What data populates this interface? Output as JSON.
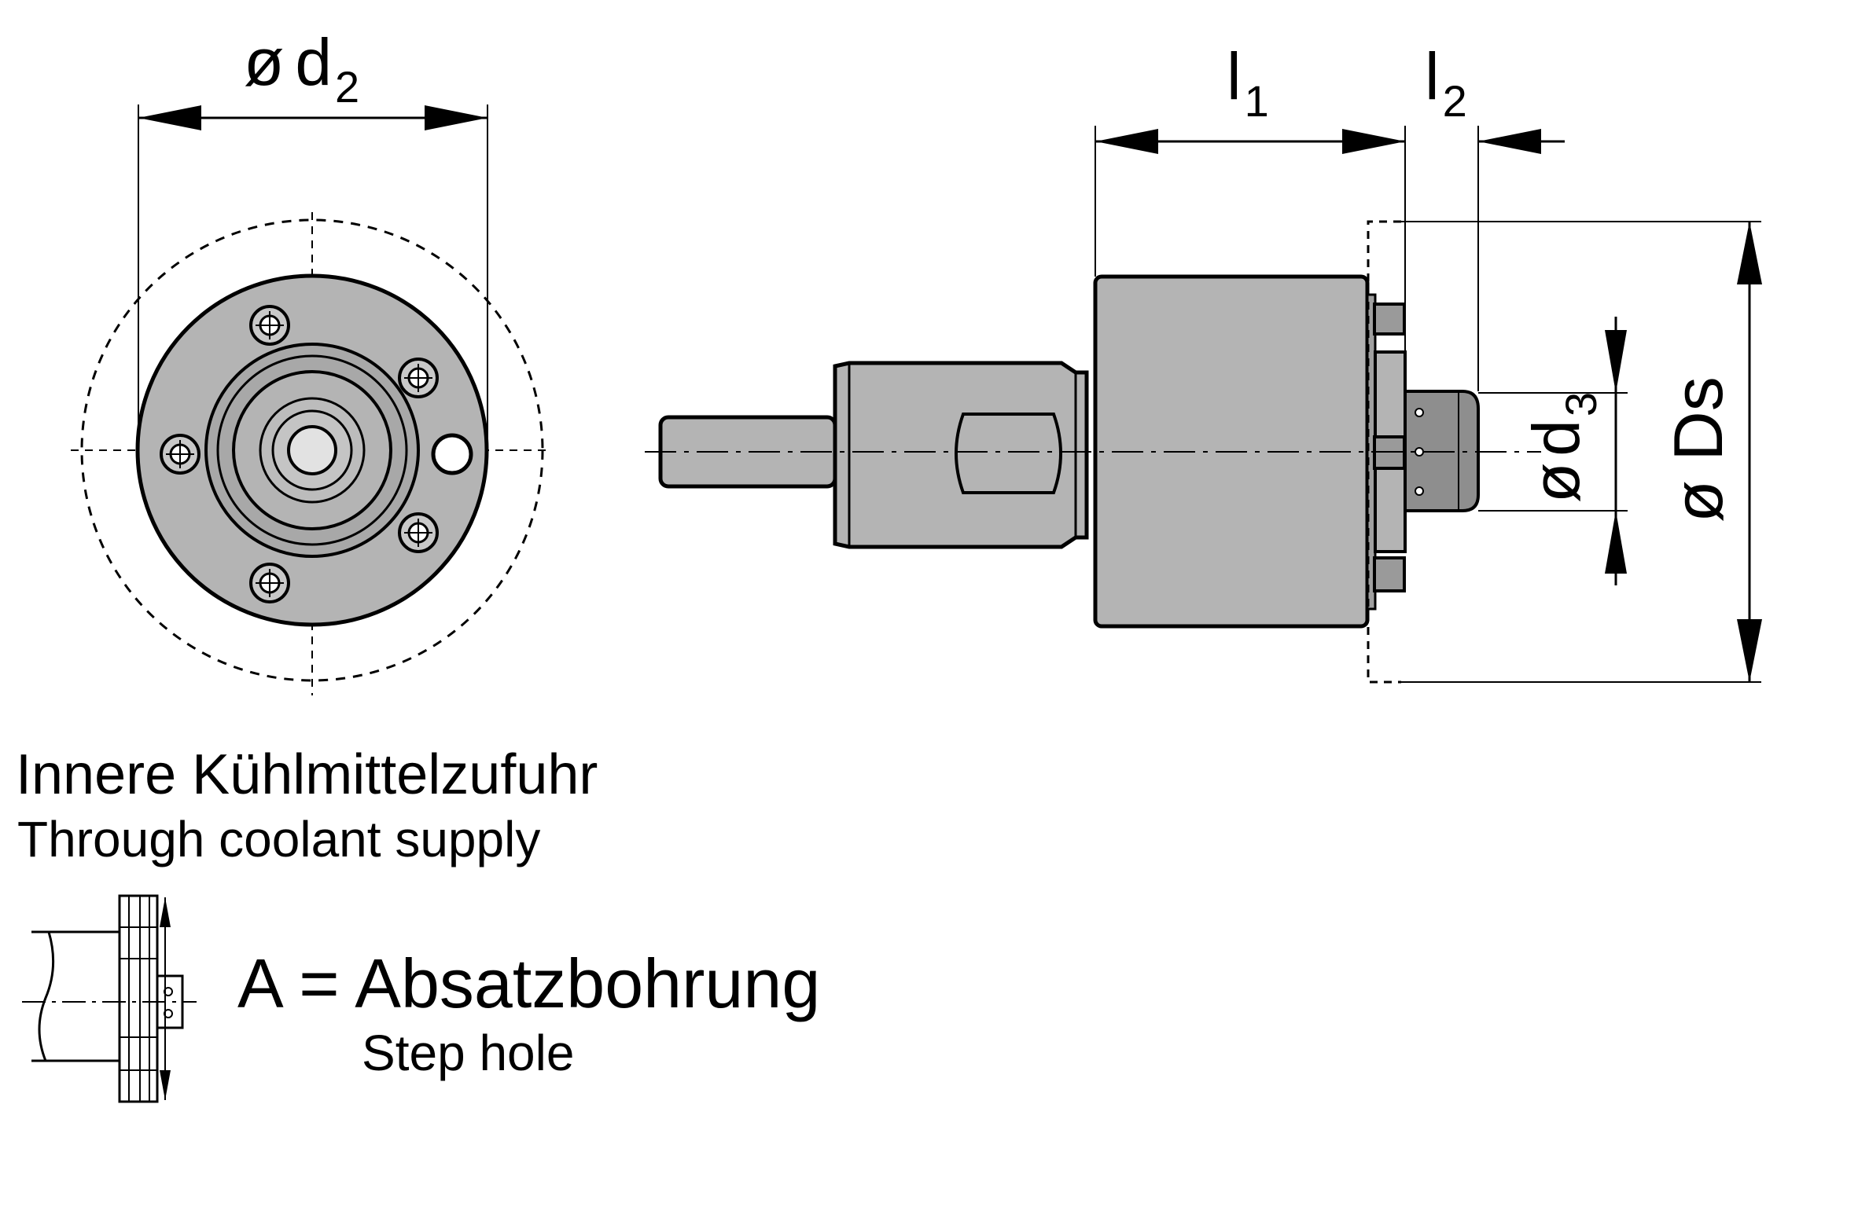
{
  "labels": {
    "d2": {
      "symbol": "ø",
      "main": "d",
      "sub": "2"
    },
    "l1": {
      "main": "l",
      "sub": "1"
    },
    "l2": {
      "main": "l",
      "sub": "2"
    },
    "d3": {
      "symbol": "ø",
      "main": "d",
      "sub": "3"
    },
    "ds": {
      "text": "ø Ds"
    }
  },
  "caption": {
    "title_de": "Innere Kühlmittelzufuhr",
    "title_en": "Through coolant supply"
  },
  "legend": {
    "title_de": "A = Absatzbohrung",
    "title_en": "Step hole"
  },
  "colors": {
    "body_fill": "#b4b4b4",
    "dark_fill": "#9a9a9a",
    "line": "#000000",
    "background": "#ffffff"
  }
}
